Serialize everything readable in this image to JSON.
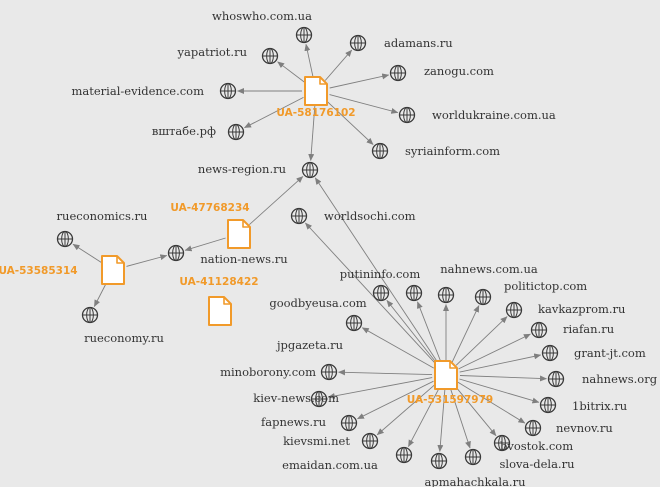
{
  "colors": {
    "background": "#e9e9e9",
    "edge": "#7f7f7f",
    "domain_icon": "#3a3a3a",
    "ua_accent": "#f19a2a",
    "domain_text": "#333333"
  },
  "icons": {
    "domain_node": "globe-icon",
    "ua_node": "document-icon"
  },
  "ua_nodes": [
    {
      "id": "ua1",
      "label": "UA-58176102"
    },
    {
      "id": "ua2",
      "label": "UA-47768234"
    },
    {
      "id": "ua3",
      "label": "UA-53585314"
    },
    {
      "id": "ua4",
      "label": "UA-41128422"
    },
    {
      "id": "ua5",
      "label": "UA-531597979"
    }
  ],
  "domain_nodes": [
    {
      "id": "whoswho",
      "label": "whoswho.com.ua"
    },
    {
      "id": "yapatriot",
      "label": "yapatriot.ru"
    },
    {
      "id": "adamans",
      "label": "adamans.ru"
    },
    {
      "id": "material",
      "label": "material-evidence.com"
    },
    {
      "id": "zanogu",
      "label": "zanogu.com"
    },
    {
      "id": "vshtabe",
      "label": "вштабе.рф"
    },
    {
      "id": "worldukraine",
      "label": "worldukraine.com.ua"
    },
    {
      "id": "syriainform",
      "label": "syriainform.com"
    },
    {
      "id": "newsregion",
      "label": "news-region.ru"
    },
    {
      "id": "worldsochi",
      "label": "worldsochi.com"
    },
    {
      "id": "rueconomics",
      "label": "rueconomics.ru"
    },
    {
      "id": "nationnews",
      "label": "nation-news.ru"
    },
    {
      "id": "rueconomy",
      "label": "rueconomy.ru"
    },
    {
      "id": "putininfo",
      "label": "putininfo.com"
    },
    {
      "id": "nahnewscomua",
      "label": "nahnews.com.ua"
    },
    {
      "id": "politictop",
      "label": "politictop.com"
    },
    {
      "id": "goodbyeusa",
      "label": "goodbyeusa.com"
    },
    {
      "id": "kavkazprom",
      "label": "kavkazprom.ru"
    },
    {
      "id": "riafan",
      "label": "riafan.ru"
    },
    {
      "id": "jpgazeta",
      "label": "jpgazeta.ru"
    },
    {
      "id": "grantjt",
      "label": "grant-jt.com"
    },
    {
      "id": "minoborony",
      "label": "minoborony.com"
    },
    {
      "id": "nahnewsorg",
      "label": "nahnews.org"
    },
    {
      "id": "kievnews",
      "label": "kiev-news.com"
    },
    {
      "id": "bitrix",
      "label": "1bitrix.ru"
    },
    {
      "id": "fapnews",
      "label": "fapnews.ru"
    },
    {
      "id": "nevnov",
      "label": "nevnov.ru"
    },
    {
      "id": "kievsmi",
      "label": "kievsmi.net"
    },
    {
      "id": "bvostok",
      "label": "bvostok.com"
    },
    {
      "id": "emaidan",
      "label": "emaidan.com.ua"
    },
    {
      "id": "sloval",
      "label": "slova-dela.ru"
    },
    {
      "id": "apmahach",
      "label": "apmahachkala.ru"
    }
  ],
  "edges": [
    [
      "ua1",
      "whoswho"
    ],
    [
      "ua1",
      "yapatriot"
    ],
    [
      "ua1",
      "adamans"
    ],
    [
      "ua1",
      "material"
    ],
    [
      "ua1",
      "zanogu"
    ],
    [
      "ua1",
      "vshtabe"
    ],
    [
      "ua1",
      "worldukraine"
    ],
    [
      "ua1",
      "syriainform"
    ],
    [
      "ua1",
      "newsregion"
    ],
    [
      "ua2",
      "nationnews"
    ],
    [
      "ua2",
      "newsregion"
    ],
    [
      "ua3",
      "nationnews"
    ],
    [
      "ua3",
      "rueconomics"
    ],
    [
      "ua3",
      "rueconomy"
    ],
    [
      "ua5",
      "newsregion"
    ],
    [
      "ua5",
      "worldsochi"
    ],
    [
      "ua5",
      "putininfo"
    ],
    [
      "ua5",
      "nahnewscomua"
    ],
    [
      "ua5",
      "politictop"
    ],
    [
      "ua5",
      "goodbyeusa"
    ],
    [
      "ua5",
      "kavkazprom"
    ],
    [
      "ua5",
      "riafan"
    ],
    [
      "ua5",
      "jpgazeta"
    ],
    [
      "ua5",
      "grantjt"
    ],
    [
      "ua5",
      "minoborony"
    ],
    [
      "ua5",
      "nahnewsorg"
    ],
    [
      "ua5",
      "kievnews"
    ],
    [
      "ua5",
      "bitrix"
    ],
    [
      "ua5",
      "fapnews"
    ],
    [
      "ua5",
      "nevnov"
    ],
    [
      "ua5",
      "kievsmi"
    ],
    [
      "ua5",
      "bvostok"
    ],
    [
      "ua5",
      "emaidan"
    ],
    [
      "ua5",
      "sloval"
    ],
    [
      "ua5",
      "apmahach"
    ]
  ]
}
